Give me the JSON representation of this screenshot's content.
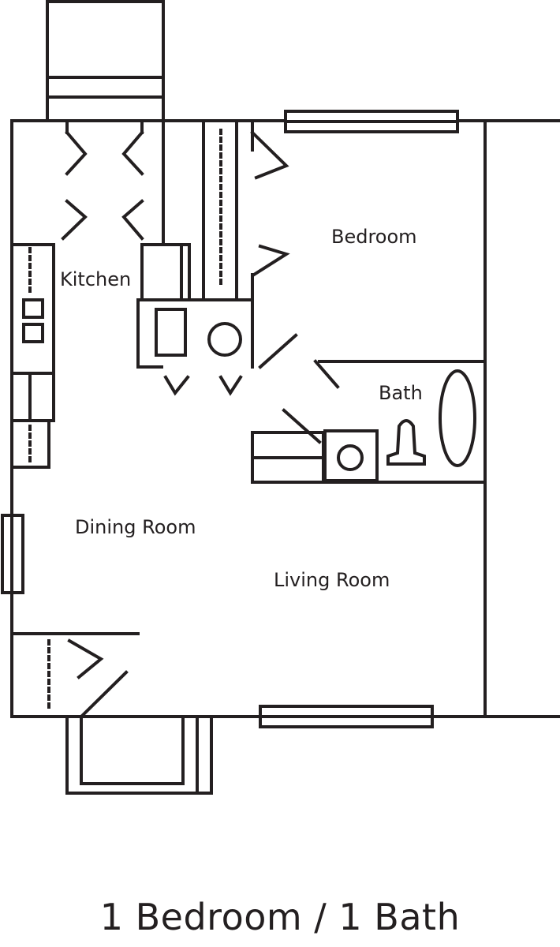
{
  "colors": {
    "line": "#231f20",
    "background": "#ffffff"
  },
  "rooms": {
    "bedroom": "Bedroom",
    "kitchen": "Kitchen",
    "bath": "Bath",
    "dining_room": "Dining Room",
    "living_room": "Living Room"
  },
  "caption": "1 Bedroom / 1 Bath"
}
